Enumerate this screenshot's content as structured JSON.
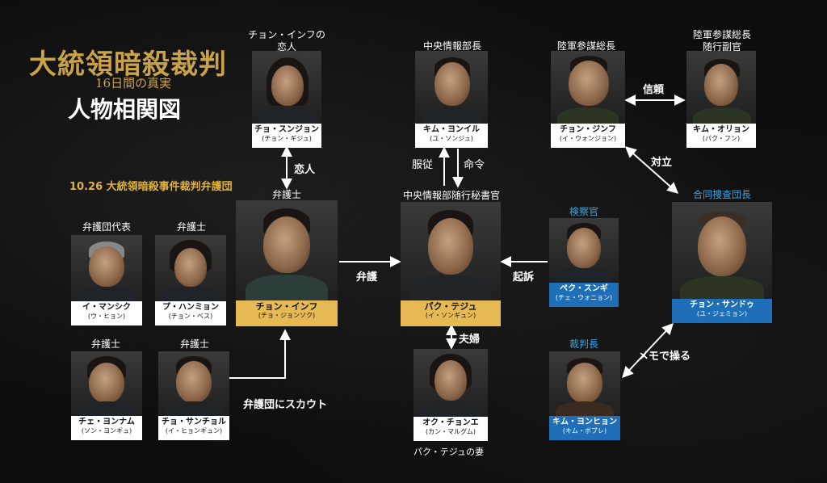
{
  "title": {
    "main": "大統領暗殺裁判",
    "sub": "16日間の真実",
    "chart": "人物相関図"
  },
  "team_label": "10.26 大統領暗殺事件裁判弁護団",
  "colors": {
    "gold": "#e6b955",
    "blue": "#1f6fb8",
    "role_blue": "#35a6e6",
    "title_gold": "#c9a24a"
  },
  "characters": {
    "sunjon": {
      "role": "チョン・インフの\n恋人",
      "name": "チョ・スンジョン",
      "actor": "(チョン・ギジュ)"
    },
    "kim_yoil": {
      "role": "中央情報部長",
      "name": "キム・ヨンイル",
      "actor": "(ユ・ソンジュ)"
    },
    "jinfu": {
      "role": "陸軍参謀総長",
      "name": "チョン・ジンフ",
      "actor": "(イ・ウォンジョン)"
    },
    "orion": {
      "role": "陸軍参謀総長\n随行副官",
      "name": "キム・オリョン",
      "actor": "(パク・フン)"
    },
    "lee_mansik": {
      "role": "弁護団代表",
      "name": "イ・マンシク",
      "actor": "(ウ・ヒョン)"
    },
    "pu_hanmin": {
      "role": "弁護士",
      "name": "プ・ハンミョン",
      "actor": "(チョン・ベス)"
    },
    "infu": {
      "role": "弁護士",
      "name": "チョン・インフ",
      "actor": "(チョ・ジョンソク)"
    },
    "tejyu": {
      "role": "中央情報部随行秘書官",
      "name": "パク・テジュ",
      "actor": "(イ・ソンギュン)"
    },
    "sungi": {
      "role": "検察官",
      "name": "ペク・スンギ",
      "actor": "(チェ・ウォニョン)"
    },
    "sandu": {
      "role": "合同捜査団長",
      "name": "チョン・サンドゥ",
      "actor": "(ユ・ジェミョン)"
    },
    "yonnam": {
      "role": "弁護士",
      "name": "チェ・ヨンナム",
      "actor": "(ソン・ヨンギュ)"
    },
    "sanchol": {
      "role": "弁護士",
      "name": "チョ・サンチョル",
      "actor": "(イ・ヒョンギュン)"
    },
    "chone": {
      "role": "",
      "name": "オク・チョンエ",
      "actor": "(カン・マルグム)",
      "note": "パク・テジュの妻"
    },
    "yonhyon": {
      "role": "裁判長",
      "name": "キム・ヨンヒョン",
      "actor": "(キム・ボブレ)"
    }
  },
  "relations": {
    "lovers": "恋人",
    "obey": "服従",
    "order": "命令",
    "trust": "信頼",
    "oppose": "対立",
    "defend": "弁護",
    "prosecute": "起訴",
    "couple": "夫婦",
    "scout": "弁護団にスカウト",
    "memo": "メモで操る"
  }
}
